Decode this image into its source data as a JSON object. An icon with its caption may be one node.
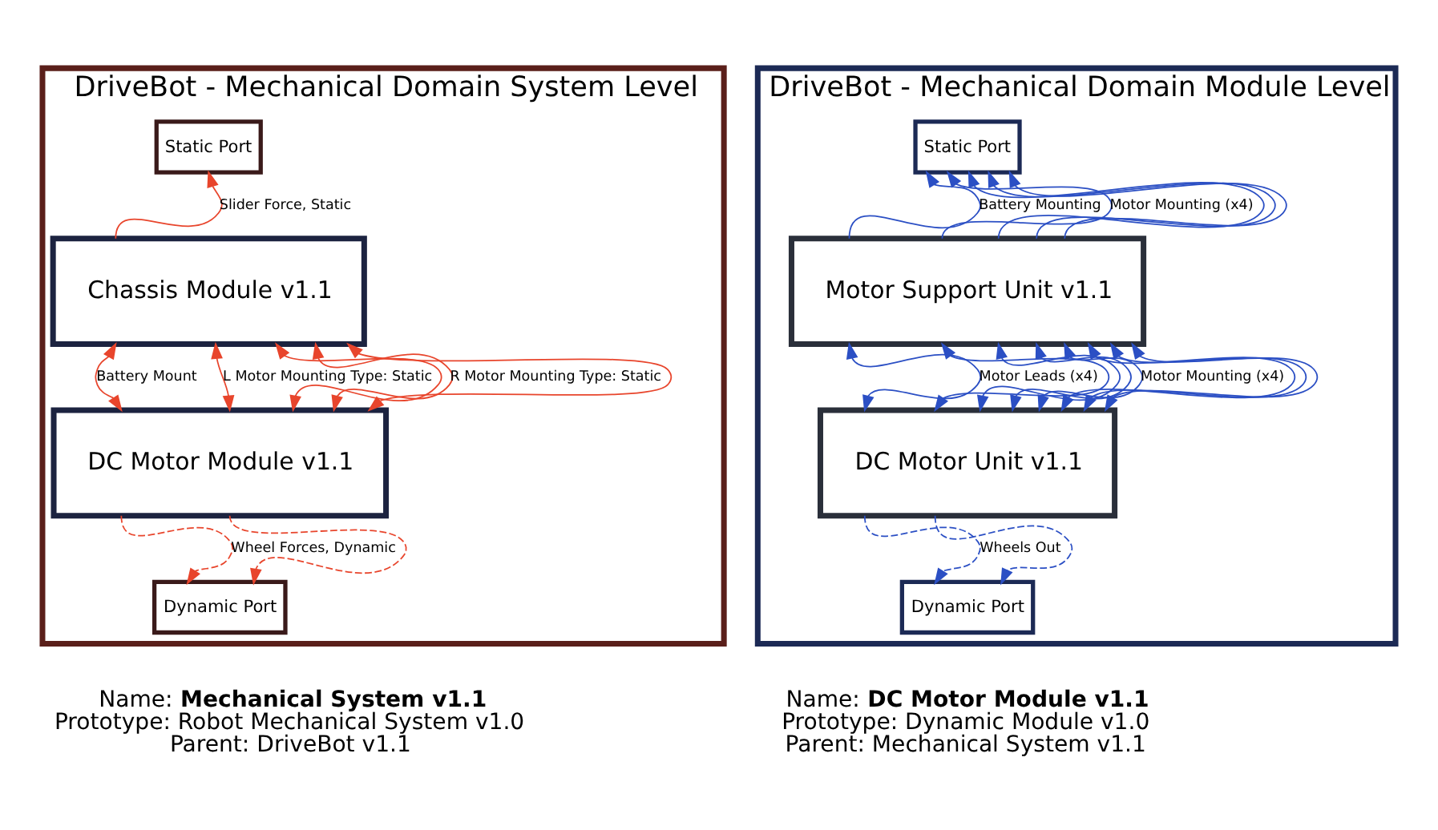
{
  "diagram": {
    "nodes": [
      {
        "text": [
          "DriveBot - Mechanical Domain System Level"
        ],
        "beside": [
          "Name: **Mechanical System v1.1**",
          "Prototype: Robot Mechanical System v1.0",
          "Parent: DriveBot v1.1"
        ]
      },
      {
        "text": [
          "Static Port"
        ],
        "in": 0
      },
      {
        "text": [
          "Chassis Module v1.1"
        ],
        "in": 0
      },
      {
        "text": [
          "DC Motor Module v1.1"
        ],
        "in": 0
      },
      {
        "text": [
          "Dynamic Port"
        ],
        "in": 0
      },
      {
        "text": [
          "DriveBot - Mechanical Domain Module Level"
        ],
        "beside": [
          "Name: **DC Motor Module v1.1**",
          "Prototype: Dynamic Module v1.0",
          "Parent: Mechanical System v1.1"
        ]
      },
      {
        "text": [
          "Static Port"
        ],
        "in": 5
      },
      {
        "text": [
          "Motor Support Unit v1.1"
        ],
        "in": 5
      },
      {
        "text": [
          "DC Motor Unit v1.1"
        ],
        "in": 5
      },
      {
        "text": [
          "Dynamic Port"
        ],
        "in": 5
      }
    ],
    "edges": [
      {
        "from": 2,
        "to": 1,
        "arrow": "to",
        "label": "Slider Force, Static",
        "color": "#e8452c"
      },
      {
        "from": 2,
        "to": 3,
        "arrow": "both",
        "label": "Battery Mount",
        "color": "#e8452c"
      },
      {
        "from": 3,
        "to": 2,
        "arrow": "both",
        "label": "L Motor Mounting Type: Static",
        "color": "#e8452c"
      },
      {
        "from": 3,
        "to": 2,
        "arrow": "both",
        "color": "#e8452c"
      },
      {
        "from": 3,
        "to": 2,
        "arrow": "both",
        "label": "R Motor Mounting Type: Static",
        "color": "#e8452c"
      },
      {
        "from": 3,
        "to": 2,
        "arrow": "both",
        "color": "#e8452c"
      },
      {
        "from": 3,
        "to": 4,
        "arrow": "to",
        "label": "Wheel Forces, Dynamic",
        "style": "dashed",
        "color": "#e8452c"
      },
      {
        "from": 3,
        "to": 4,
        "arrow": "to",
        "style": "dashed",
        "color": "#e8452c"
      },
      {
        "from": 7,
        "to": 6,
        "arrow": "to",
        "label": "Battery Mounting"
      },
      {
        "from": 7,
        "to": 6,
        "arrow": "to",
        "label": "Motor Mounting (x4)"
      },
      {
        "from": 7,
        "to": 6,
        "arrow": "to"
      },
      {
        "from": 7,
        "to": 6,
        "arrow": "to"
      },
      {
        "from": 7,
        "to": 6,
        "arrow": "to"
      },
      {
        "from": 7,
        "to": 8,
        "arrow": "both",
        "label": "Motor Leads (x4)"
      },
      {
        "from": 7,
        "to": 8,
        "arrow": "both"
      },
      {
        "from": 7,
        "to": 8,
        "arrow": "both"
      },
      {
        "from": 7,
        "to": 8,
        "arrow": "both"
      },
      {
        "from": 7,
        "to": 8,
        "arrow": "both",
        "label": "Motor Mounting (x4)"
      },
      {
        "from": 7,
        "to": 8,
        "arrow": "both"
      },
      {
        "from": 7,
        "to": 8,
        "arrow": "both"
      },
      {
        "from": 7,
        "to": 8,
        "arrow": "both"
      },
      {
        "from": 8,
        "to": 9,
        "arrow": "to",
        "label": "Wheels Out",
        "style": "dashed"
      },
      {
        "from": 8,
        "to": 9,
        "arrow": "to",
        "style": "dashed"
      }
    ]
  }
}
